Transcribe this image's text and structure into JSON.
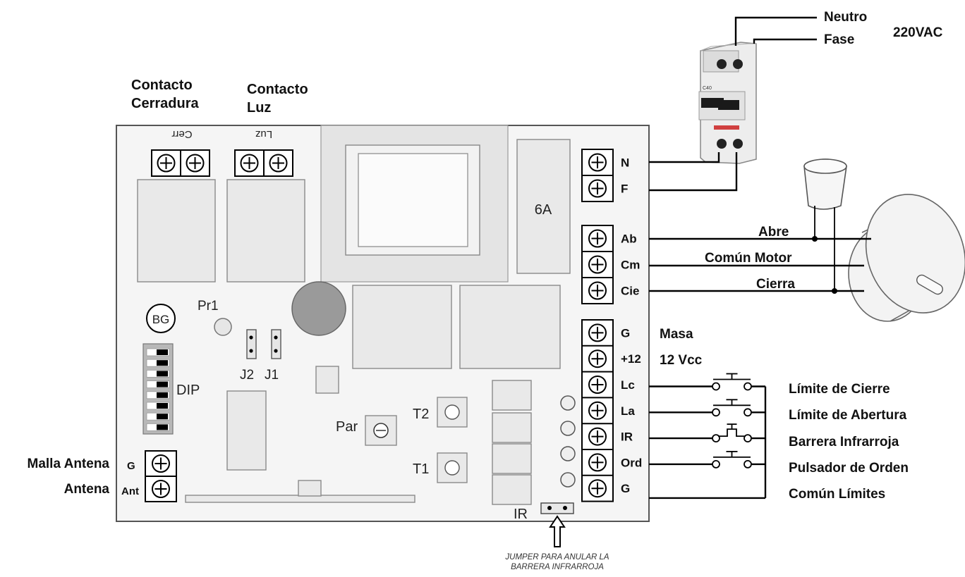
{
  "labels": {
    "contacto_cerradura_1": "Contacto",
    "contacto_cerradura_2": "Cerradura",
    "contacto_luz_1": "Contacto",
    "contacto_luz_2": "Luz",
    "cerr": "Cerr",
    "luz": "Luz",
    "fuse": "6A",
    "bg": "BG",
    "pr1": "Pr1",
    "j2": "J2",
    "j1": "J1",
    "dip": "DIP",
    "par": "Par",
    "t2": "T2",
    "t1": "T1",
    "ir_board": "IR",
    "malla_antena": "Malla Antena",
    "antena": "Antena",
    "ant_g": "G",
    "ant_ant": "Ant",
    "jumper_note_1": "JUMPER PARA ANULAR LA",
    "jumper_note_2": "BARRERA INFRARROJA",
    "neutro": "Neutro",
    "fase": "Fase",
    "vac": "220VAC",
    "abre": "Abre",
    "comun_motor": "Común Motor",
    "cierra": "Cierra",
    "masa": "Masa",
    "vcc": "12 Vcc",
    "limite_cierre": "Límite de Cierre",
    "limite_abertura": "Límite de Abertura",
    "barrera_ir": "Barrera Infrarroja",
    "pulsador_orden": "Pulsador de Orden",
    "comun_limites": "Común Límites",
    "breaker_brand": "C40"
  },
  "terminals": {
    "power": [
      "N",
      "F"
    ],
    "motor": [
      "Ab",
      "Cm",
      "Cie"
    ],
    "inputs": [
      "G",
      "+12",
      "Lc",
      "La",
      "IR",
      "Ord",
      "G"
    ]
  }
}
